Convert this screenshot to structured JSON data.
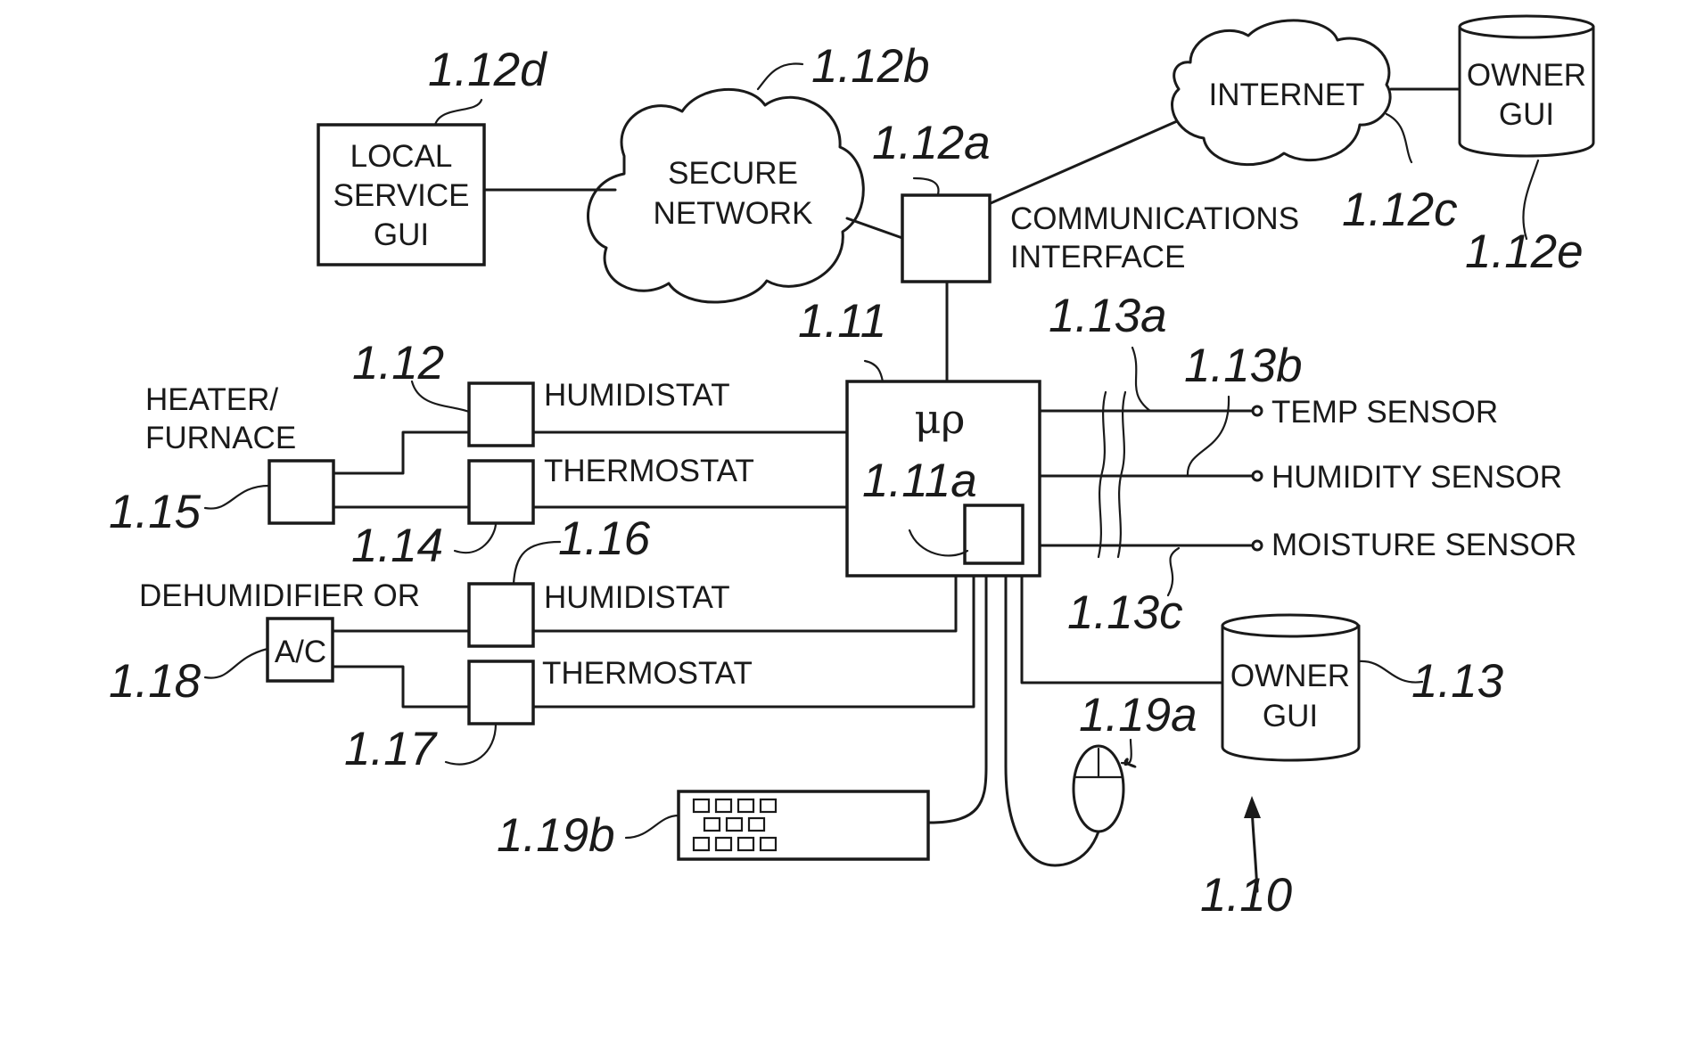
{
  "labels": {
    "local_service_gui_1": "LOCAL",
    "local_service_gui_2": "SERVICE",
    "local_service_gui_3": "GUI",
    "secure_network_1": "SECURE",
    "secure_network_2": "NETWORK",
    "internet": "INTERNET",
    "owner_gui_top_1": "OWNER",
    "owner_gui_top_2": "GUI",
    "comm_interface_1": "COMMUNICATIONS",
    "comm_interface_2": "INTERFACE",
    "heater_1": "HEATER/",
    "heater_2": "FURNACE",
    "humidistat": "HUMIDISTAT",
    "thermostat": "THERMOSTAT",
    "dehumidifier": "DEHUMIDIFIER OR",
    "ac": "A/C",
    "microprocessor": "μρ",
    "temp_sensor": "TEMP SENSOR",
    "humidity_sensor": "HUMIDITY SENSOR",
    "moisture_sensor": "MOISTURE SENSOR",
    "owner_gui_bottom_1": "OWNER",
    "owner_gui_bottom_2": "GUI"
  },
  "refs": {
    "r1_12d": "1.12d",
    "r1_12b": "1.12b",
    "r1_12a": "1.12a",
    "r1_12c": "1.12c",
    "r1_12e": "1.12e",
    "r1_11": "1.11",
    "r1_13a": "1.13a",
    "r1_13b": "1.13b",
    "r1_12": "1.12",
    "r1_11a": "1.11a",
    "r1_15": "1.15",
    "r1_14": "1.14",
    "r1_16": "1.16",
    "r1_13c": "1.13c",
    "r1_18": "1.18",
    "r1_17": "1.17",
    "r1_19a": "1.19a",
    "r1_13": "1.13",
    "r1_19b": "1.19b",
    "r1_10": "1.10"
  }
}
